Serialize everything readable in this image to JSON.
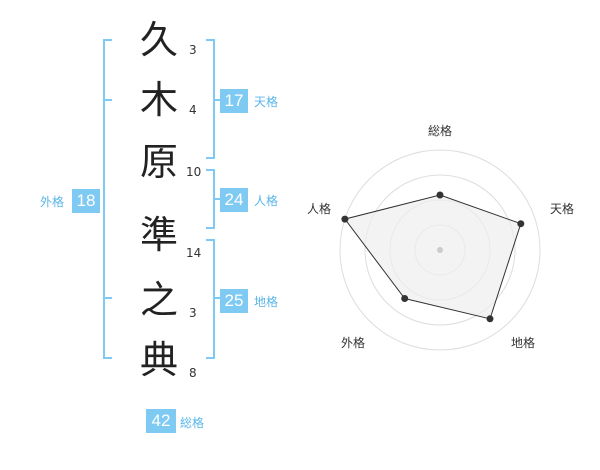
{
  "name": {
    "characters": [
      {
        "char": "久",
        "strokes": "3"
      },
      {
        "char": "木",
        "strokes": "4"
      },
      {
        "char": "原",
        "strokes": "10"
      },
      {
        "char": "準",
        "strokes": "14"
      },
      {
        "char": "之",
        "strokes": "3"
      },
      {
        "char": "典",
        "strokes": "8"
      }
    ]
  },
  "fortunes": {
    "tenkaku": {
      "value": "17",
      "label": "天格"
    },
    "jinkaku": {
      "value": "24",
      "label": "人格"
    },
    "chikaku": {
      "value": "25",
      "label": "地格"
    },
    "gaikaku": {
      "value": "18",
      "label": "外格"
    },
    "soukaku": {
      "value": "42",
      "label": "総格"
    }
  },
  "chart_data": {
    "type": "radar",
    "axes": [
      "総格",
      "天格",
      "地格",
      "外格",
      "人格"
    ],
    "values": [
      0.55,
      0.85,
      0.85,
      0.6,
      1.0
    ],
    "max": 1.0,
    "rings": 4,
    "colors": {
      "line": "#333333",
      "fill": "#eeeeee",
      "grid": "#dddddd",
      "bracket": "#7fcaf3"
    }
  }
}
